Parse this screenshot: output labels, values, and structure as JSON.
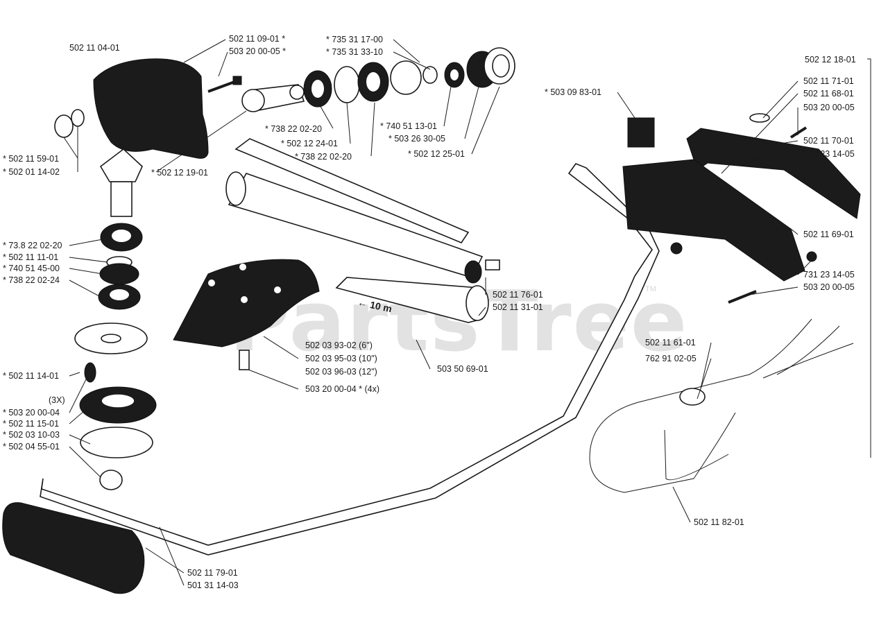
{
  "watermark": {
    "text": "PartsTree",
    "tm": "TM"
  },
  "labels": {
    "head_housing": "502 11 04-01",
    "screw_a": "502 11 09-01  *",
    "screw_b": "503 20 00-05  *",
    "circlip_a": "*  735 31 17-00",
    "circlip_b": "*  735 31 33-10",
    "plug_a": "*  502 11 59-01",
    "plug_b": "*  502 01 14-02",
    "gear_small": "*  502 12 19-01",
    "bearing_a": "*  738 22 02-20",
    "spacer": "*  502 12 24-01",
    "bearing_b": "*  738 22 02-20",
    "snap_ring": "*  740 51 13-01",
    "seal": "*  503 26 30-05",
    "sleeve": "*  502 12 25-01",
    "throttle_assy": "502 12 18-01",
    "switch": "*  503 09 83-01",
    "spring": "502 11 71-01",
    "throttle_lever": "502 11 68-01",
    "handle_screw": "503 20 00-05",
    "handle_half": "502 11 70-01",
    "handle_nut": "731 23 14-05",
    "handle_half_2": "502 11 69-01",
    "nut_2": "731 23 14-05",
    "screw_2": "503 20 00-05",
    "bearing_c": "*  73.8 22 02-20",
    "washer_c": "*  502 11 11-01",
    "ring_c": "*  740 51 45-00",
    "bearing_d": "*  738 22 02-24",
    "drive_shaft": "502 11 76-01",
    "tube": "502 11 31-01",
    "guard_6": "502 03 93-02 (6\")",
    "guard_10": "502 03 95-03 (10\")",
    "guard_12": "502 03 96-03 (12\")",
    "decal": "503 50 69-01",
    "guard_screw": "503 20 00-04  * (4x)",
    "support_plate": "*  502 11 14-01",
    "qty_3x": "(3X)",
    "screw_3x": "*  503 20 00-04",
    "drive_disc": "*  502 11 15-01",
    "blade": "*  502 03 10-03",
    "nut_blade": "*  502 04 55-01",
    "cable_a": "502 11 61-01",
    "cable_b": "762 91 02-05",
    "cable_c": "502 11 82-01",
    "handlebar": "502 11 79-01",
    "grip": "501 31 14-03",
    "decal_text": "← 10 m"
  },
  "colors": {
    "ink": "#1a1a1a",
    "part_fill": "#1b1b1b",
    "watermark": "#e2e2e2"
  }
}
